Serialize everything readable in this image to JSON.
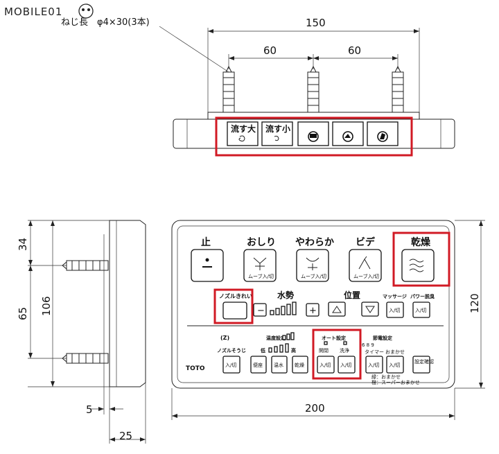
{
  "watermark": "MOBILE01",
  "screw_note": "ねじ長　φ4×30(3本)",
  "top_view": {
    "dim_total": "150",
    "dim_left": "60",
    "dim_right": "60",
    "buttons": [
      {
        "label": "流す大",
        "icon": "swirl-icon"
      },
      {
        "label": "流す小",
        "icon": "swirl-icon"
      },
      {
        "label": "",
        "icon": "toilet-bowl-icon"
      },
      {
        "label": "",
        "icon": "toilet-side-icon"
      },
      {
        "label": "",
        "icon": "toilet-lid-icon"
      }
    ]
  },
  "side_view": {
    "dim_34": "34",
    "dim_65": "65",
    "dim_106": "106",
    "dim_5": "5",
    "dim_25": "25"
  },
  "front_view": {
    "dim_width": "200",
    "dim_height": "120",
    "main_buttons": {
      "stop": "止",
      "oshiri": "おしり",
      "yawaraka": "やわらか",
      "bide": "ビデ",
      "dry": "乾燥"
    },
    "move_label": "ムーブ入/切",
    "nozzle_clean": "ノズルきれい",
    "water_force": "水勢",
    "position": "位置",
    "massage": "マッサージ",
    "power_deodorize": "パワー脱臭",
    "onoff": "入/切",
    "auto_setting": "オート設定",
    "open_close": "開閉",
    "wash": "洗浄",
    "energy_saving": "節電設定",
    "timer": "タイマー",
    "omakase": "おまかせ",
    "hours": "6 8 9",
    "temp_setting": "温度設定",
    "low": "低",
    "high": "高",
    "nozzle_souji": "ノズルそうじ",
    "seat": "便座",
    "warm_water": "温水",
    "drying": "乾燥",
    "setting_confirm": "設定確認",
    "note1": "緑：おまかせ",
    "note2": "橙：スーパーおまかせ",
    "brand": "TOTO"
  },
  "colors": {
    "highlight": "#d11a24"
  }
}
